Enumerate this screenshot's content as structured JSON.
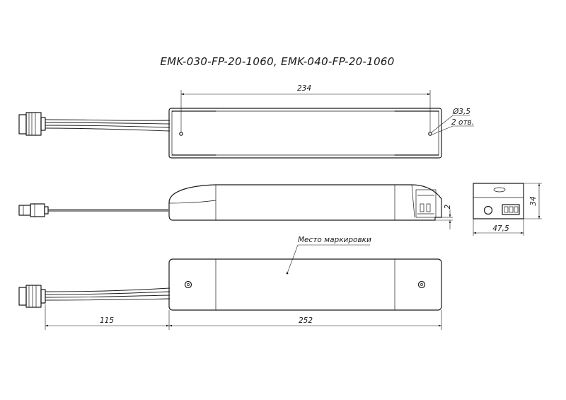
{
  "title": "EMK-030-FP-20-1060, EMK-040-FP-20-1060",
  "dimensions": {
    "top_hole_spacing": "234",
    "hole_diameter": "Ø3,5",
    "hole_count": "2 отв.",
    "side_step": "2",
    "end_height": "34",
    "end_width": "47,5",
    "cable_length": "115",
    "body_length": "252"
  },
  "labels": {
    "marking_place": "Место маркировки"
  }
}
